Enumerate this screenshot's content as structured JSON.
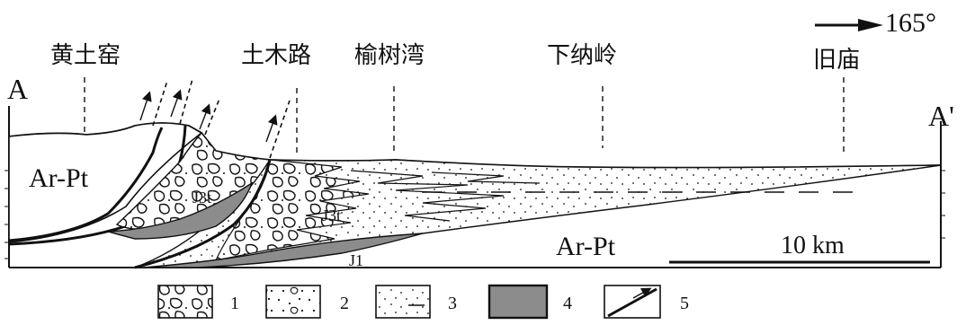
{
  "section": {
    "start_label": "A",
    "end_label": "A'",
    "orientation": "165°",
    "scale_label": "10 km"
  },
  "places": [
    "黄土窑",
    "土木路",
    "榆树湾",
    "下纳岭",
    "旧庙"
  ],
  "units": {
    "basement_left": "Ar-Pt",
    "basement_right": "Ar-Pt",
    "j3t_upper": "J3t",
    "j3t_lower": "J3t",
    "j1": "J1"
  },
  "legend": [
    {
      "num": "1",
      "symbol": "conglomerate"
    },
    {
      "num": "2",
      "symbol": "pebbly-sandstone"
    },
    {
      "num": "3",
      "symbol": "sandstone-mudstone"
    },
    {
      "num": "4",
      "symbol": "dark-unit"
    },
    {
      "num": "5",
      "symbol": "thrust-fault"
    }
  ],
  "colors": {
    "line": "#111111",
    "dark_unit": "#8c8c8c"
  }
}
